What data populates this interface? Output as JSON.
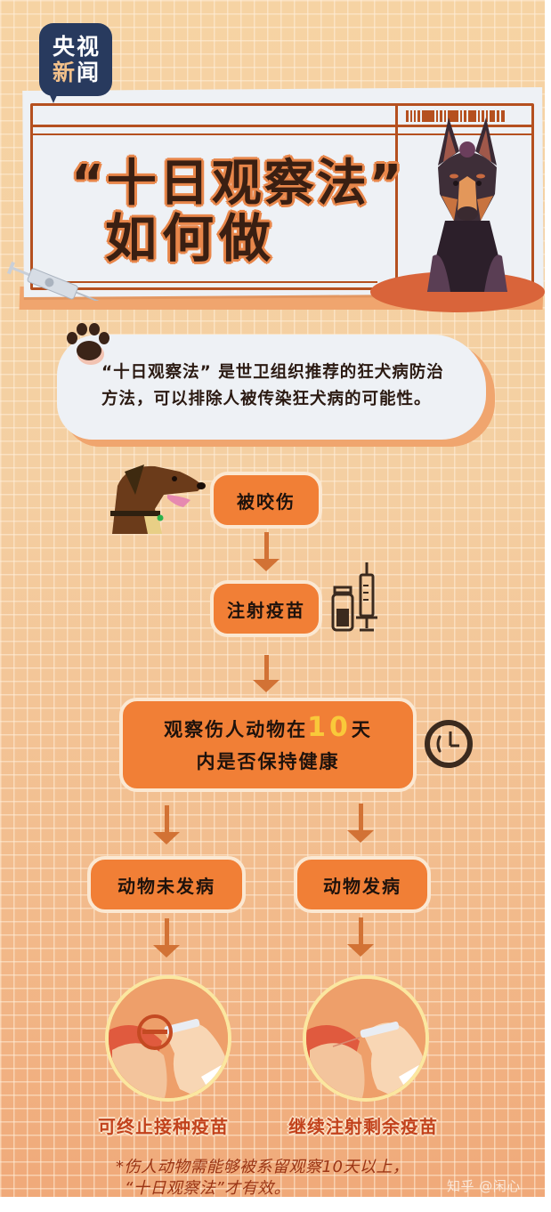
{
  "logo": {
    "line1": [
      "央",
      "视"
    ],
    "line2": [
      "新",
      "闻"
    ],
    "bg_color": "#283a5e",
    "accent_color": "#f2c08a"
  },
  "header": {
    "title_line1": "“十日观察法”",
    "title_line2": "如何做",
    "illustrations": [
      "dobermann-dog",
      "syringe",
      "barcode"
    ]
  },
  "intro": {
    "icon": "paw-icon",
    "text": "“十日观察法” 是世卫组织推荐的狂犬病防治方法，可以排除人被传染狂犬病的可能性。"
  },
  "flow": {
    "step1": {
      "label": "被咬伤",
      "icon": "dog-head-icon"
    },
    "step2": {
      "label": "注射疫苗",
      "icon": "vaccine-vial-syringe-icon"
    },
    "step3": {
      "line1_before": "观察伤人动物在",
      "highlight": "10",
      "line1_after": "天",
      "line2": "内是否保持健康",
      "icon": "clock-icon"
    },
    "branches": [
      {
        "label": "动物未发病",
        "result": "可终止接种疫苗",
        "image": "injection-stopped"
      },
      {
        "label": "动物发病",
        "result": "继续注射剩余疫苗",
        "image": "injection-continue"
      }
    ]
  },
  "footer": {
    "note_line1": "*伤人动物需能够被系留观察10天以上，",
    "note_line2": "“十日观察法”才有效。",
    "watermark": "知乎 @闲心"
  },
  "colors": {
    "box_orange": "#f17f36",
    "arrow": "#d27235",
    "frame": "#b5501f",
    "highlight_yellow": "#f9c93a",
    "result_red": "#c2421c"
  }
}
